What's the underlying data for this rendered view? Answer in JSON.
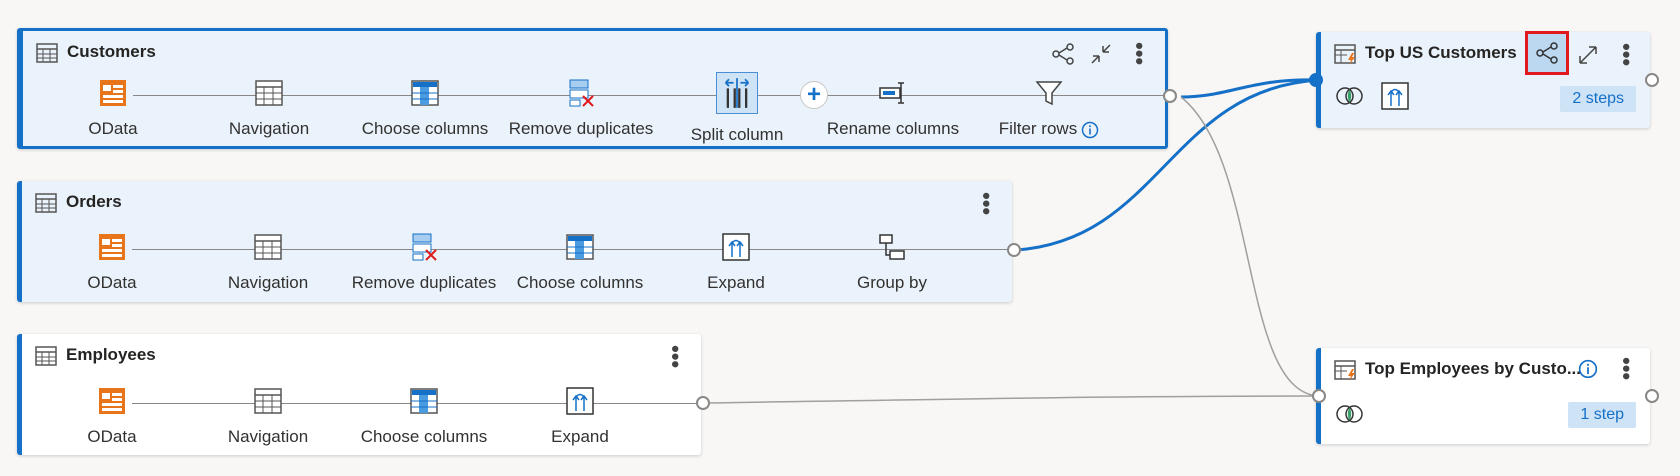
{
  "queries": {
    "customers": {
      "title": "Customers",
      "steps": [
        {
          "label": "OData",
          "icon": "odata-icon"
        },
        {
          "label": "Navigation",
          "icon": "table-icon"
        },
        {
          "label": "Choose columns",
          "icon": "choose-columns-icon"
        },
        {
          "label": "Remove duplicates",
          "icon": "remove-duplicates-icon"
        },
        {
          "label": "Split column",
          "icon": "split-column-icon"
        },
        {
          "label": "Rename columns",
          "icon": "rename-columns-icon"
        },
        {
          "label": "Filter rows",
          "icon": "filter-icon"
        }
      ]
    },
    "orders": {
      "title": "Orders",
      "steps": [
        {
          "label": "OData",
          "icon": "odata-icon"
        },
        {
          "label": "Navigation",
          "icon": "table-icon"
        },
        {
          "label": "Remove duplicates",
          "icon": "remove-duplicates-icon"
        },
        {
          "label": "Choose columns",
          "icon": "choose-columns-icon"
        },
        {
          "label": "Expand",
          "icon": "expand-icon"
        },
        {
          "label": "Group by",
          "icon": "group-by-icon"
        }
      ]
    },
    "employees": {
      "title": "Employees",
      "steps": [
        {
          "label": "OData",
          "icon": "odata-icon"
        },
        {
          "label": "Navigation",
          "icon": "table-icon"
        },
        {
          "label": "Choose columns",
          "icon": "choose-columns-icon"
        },
        {
          "label": "Expand",
          "icon": "expand-icon"
        }
      ]
    },
    "top_us_customers": {
      "title": "Top US Customers",
      "steps_badge": "2 steps"
    },
    "top_employees": {
      "title": "Top Employees by Custo...",
      "steps_badge": "1 step"
    }
  },
  "colors": {
    "accent": "#1570c7",
    "card_bg": "#eaf3fb",
    "highlight_outline": "#e0191d",
    "connector_gray": "#a19f9d"
  }
}
